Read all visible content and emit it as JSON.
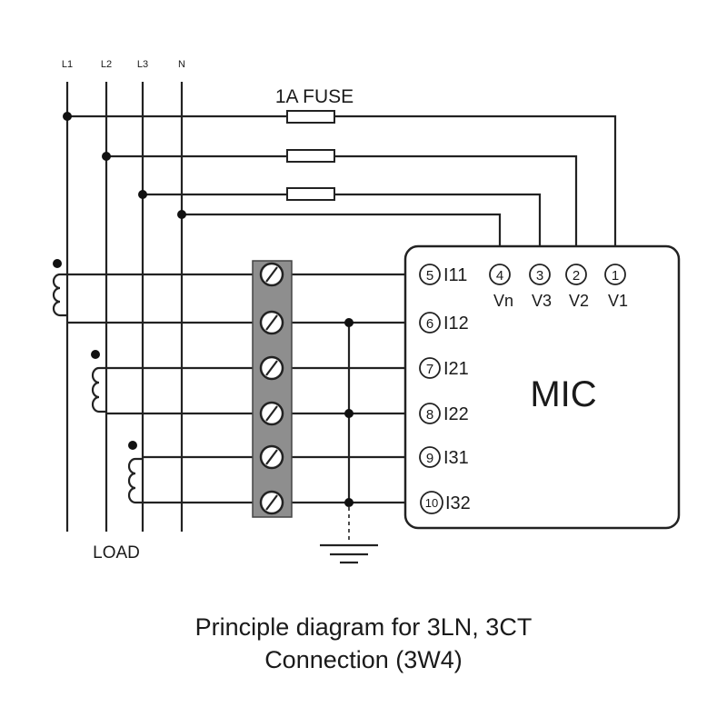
{
  "lines": {
    "l1": "L1",
    "l2": "L2",
    "l3": "L3",
    "n": "N"
  },
  "fuse_label": "1A FUSE",
  "load_label": "LOAD",
  "meter": {
    "name": "MIC",
    "voltage_terminals": [
      {
        "number": "4",
        "label": "Vn"
      },
      {
        "number": "3",
        "label": "V3"
      },
      {
        "number": "2",
        "label": "V2"
      },
      {
        "number": "1",
        "label": "V1"
      }
    ],
    "current_terminals": [
      {
        "number": "5",
        "label": "I11"
      },
      {
        "number": "6",
        "label": "I12"
      },
      {
        "number": "7",
        "label": "I21"
      },
      {
        "number": "8",
        "label": "I22"
      },
      {
        "number": "9",
        "label": "I31"
      },
      {
        "number": "10",
        "label": "I32"
      }
    ]
  },
  "caption": {
    "line1": "Principle diagram for 3LN, 3CT",
    "line2": "Connection (3W4)"
  }
}
